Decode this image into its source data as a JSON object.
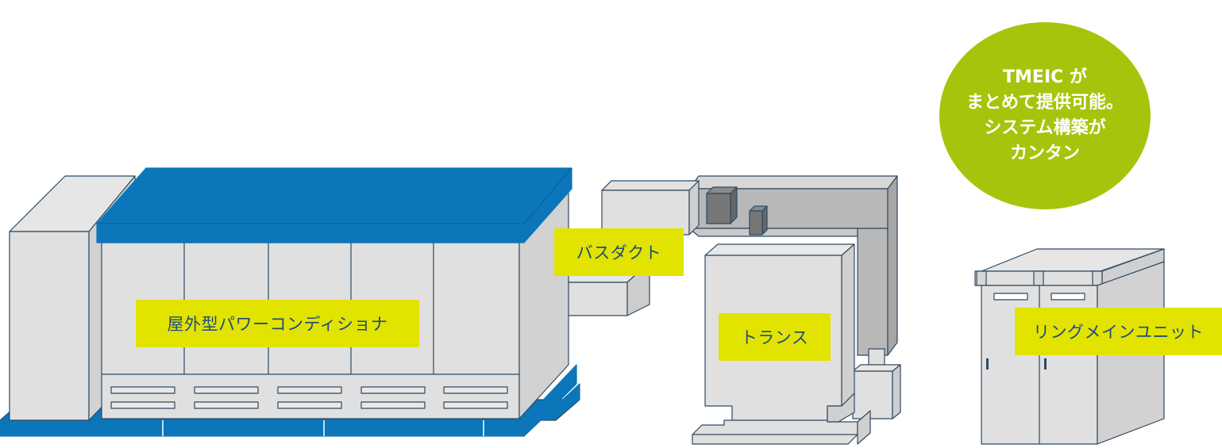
{
  "labels": {
    "pcs": "屋外型パワーコンディショナ",
    "busduct": "バスダクト",
    "transformer": "トランス",
    "rmu": "リングメインユニット"
  },
  "callout": {
    "lines": [
      "TMEIC が",
      "まとめて提供可能。",
      "システム構築が",
      "カンタン"
    ]
  },
  "colors": {
    "roof_blue": "#0b76b9",
    "equipment_gray": "#e0e0e0",
    "outline": "#2e4a63",
    "duct_gray": "#b8b8b8",
    "label_yellow": "#e3e300",
    "callout_green": "#a7c40c"
  }
}
